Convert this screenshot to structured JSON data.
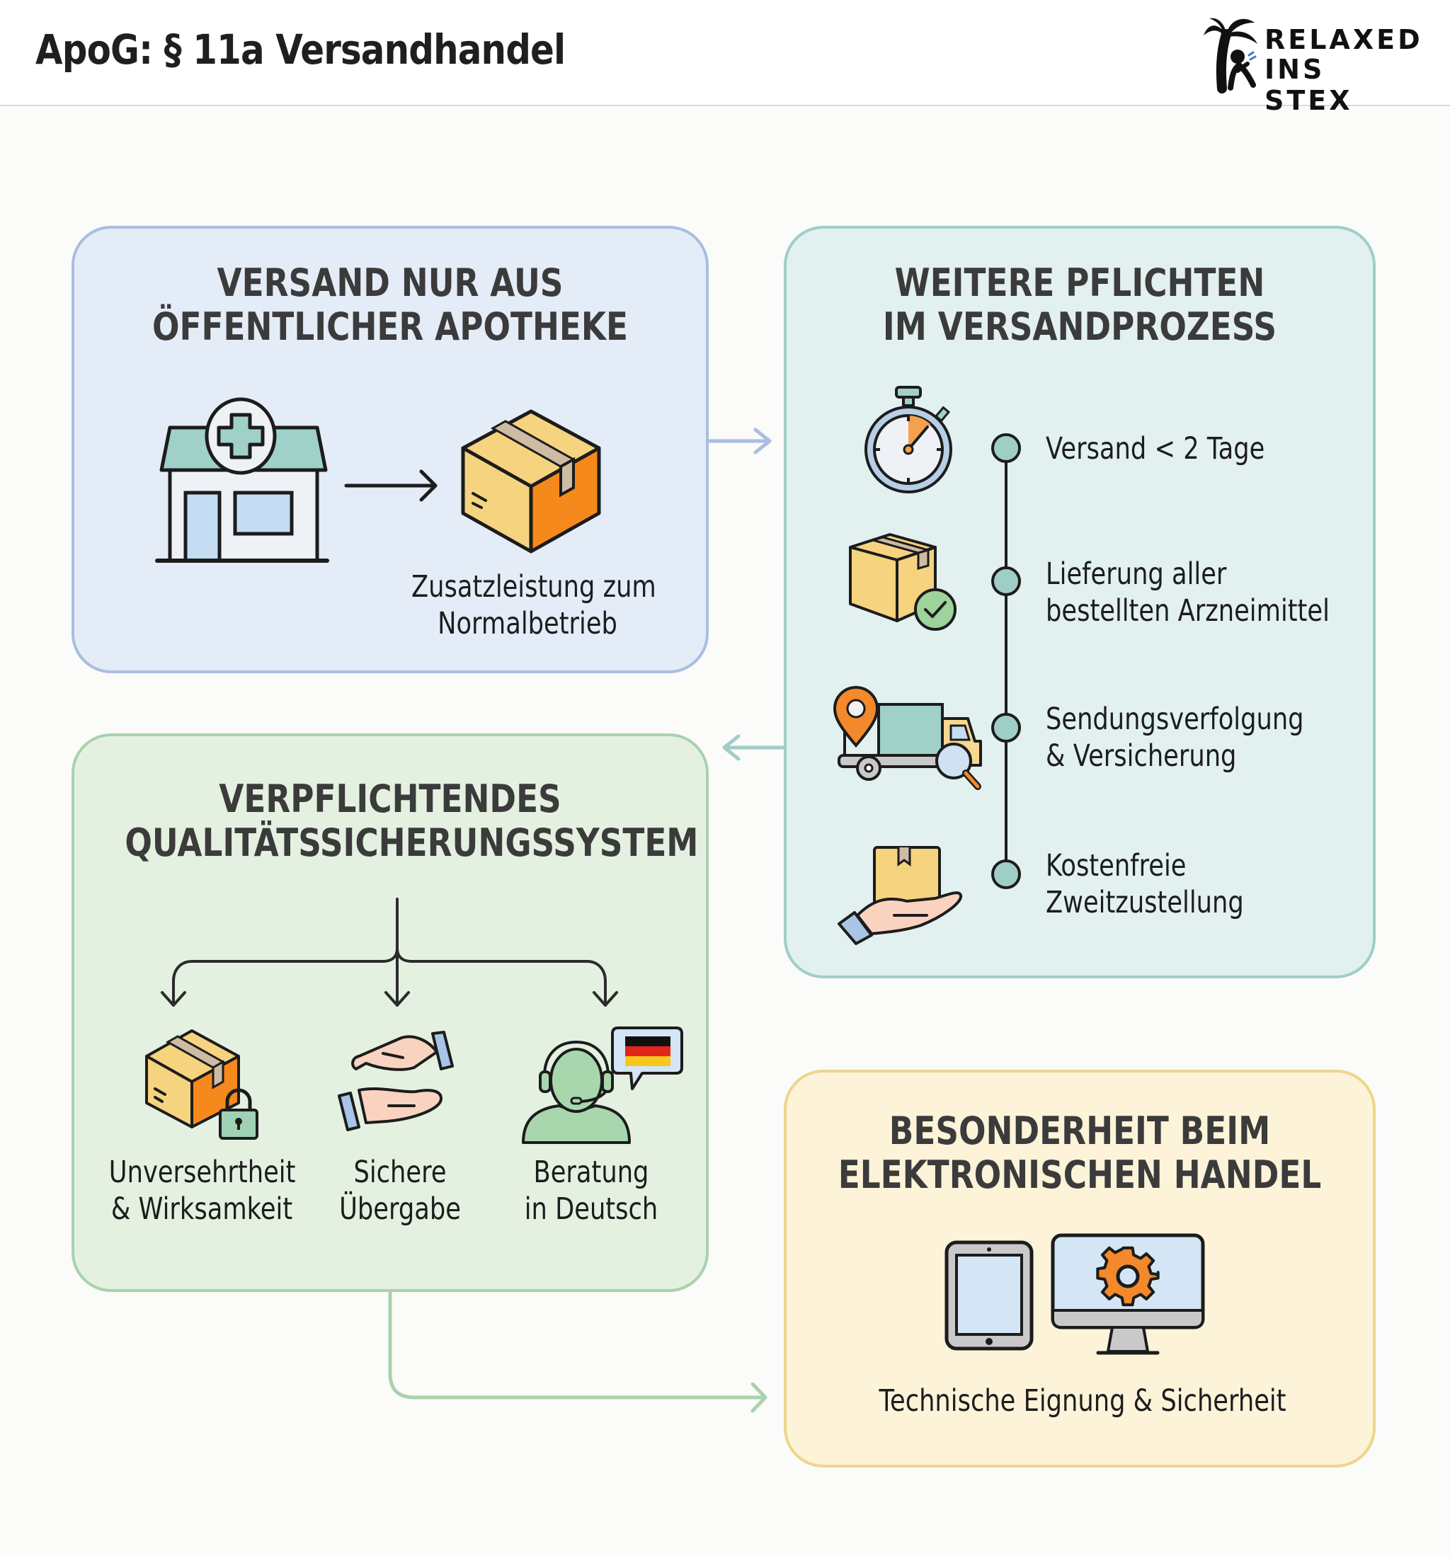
{
  "header": {
    "title": "ApoG: § 11a Versandhandel",
    "logo": {
      "line1": "RELAXED",
      "line2": "INS STEX",
      "icon": "palm-tree-person-icon"
    }
  },
  "panels": {
    "public_pharmacy": {
      "title_lines": [
        "VERSAND NUR AUS",
        "ÖFFENTLICHER APOTHEKE"
      ],
      "caption_lines": [
        "Zusatzleistung zum",
        "Normalbetrieb"
      ],
      "icons": [
        "pharmacy-building-icon",
        "arrow-right-icon",
        "package-box-icon"
      ],
      "color": "#a9bedf"
    },
    "further_duties": {
      "title_lines": [
        "WEITERE PFLICHTEN",
        "IM VERSANDPROZESS"
      ],
      "items": [
        {
          "icon": "stopwatch-icon",
          "lines": [
            "Versand < 2 Tage"
          ]
        },
        {
          "icon": "package-check-icon",
          "lines": [
            "Lieferung aller",
            "bestellten Arzneimittel"
          ]
        },
        {
          "icon": "tracking-truck-icon",
          "lines": [
            "Sendungsverfolgung",
            "& Versicherung"
          ]
        },
        {
          "icon": "hand-package-icon",
          "lines": [
            "Kostenfreie",
            "Zweitzustellung"
          ]
        }
      ],
      "color": "#9fcec7"
    },
    "quality_system": {
      "title_lines": [
        "VERPFLICHTENDES",
        "QUALITÄTSSICHERUNGSSYSTEM"
      ],
      "items": [
        {
          "icon": "package-lock-icon",
          "lines": [
            "Unversehrtheit",
            "& Wirksamkeit"
          ]
        },
        {
          "icon": "handover-hands-icon",
          "lines": [
            "Sichere",
            "Übergabe"
          ]
        },
        {
          "icon": "german-support-agent-icon",
          "lines": [
            "Beratung",
            "in Deutsch"
          ]
        }
      ],
      "color": "#a8d2ad"
    },
    "ecommerce": {
      "title_lines": [
        "BESONDERHEIT BEIM",
        "ELEKTRONISCHEN HANDEL"
      ],
      "caption": "Technische Eignung & Sicherheit",
      "icons": [
        "tablet-icon",
        "monitor-gear-icon"
      ],
      "color": "#eed58c"
    }
  },
  "connectors": [
    {
      "from": "public_pharmacy",
      "to": "further_duties",
      "color": "#a9bedf"
    },
    {
      "from": "further_duties",
      "to": "quality_system",
      "color": "#9fcec7"
    },
    {
      "from": "quality_system",
      "to": "ecommerce",
      "color": "#a8d2ad"
    }
  ]
}
